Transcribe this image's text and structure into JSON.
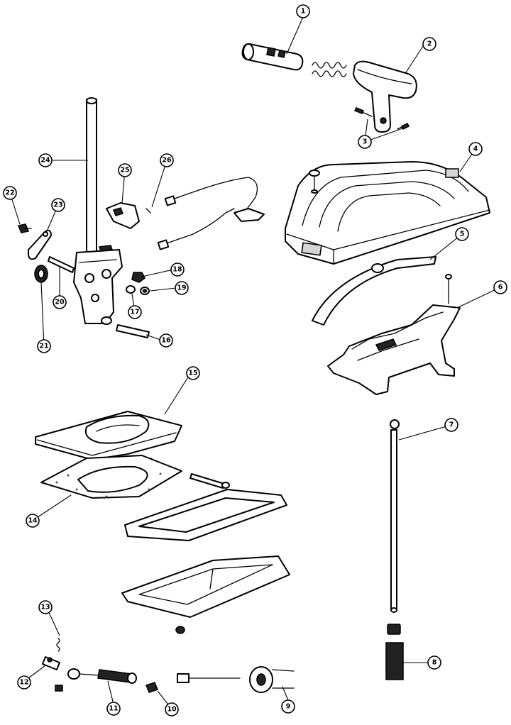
{
  "diagram": {
    "callouts": [
      {
        "id": "callout-1",
        "label": "1"
      },
      {
        "id": "callout-2",
        "label": "2"
      },
      {
        "id": "callout-3",
        "label": "3"
      },
      {
        "id": "callout-4",
        "label": "4"
      },
      {
        "id": "callout-5",
        "label": "5"
      },
      {
        "id": "callout-6",
        "label": "6"
      },
      {
        "id": "callout-7",
        "label": "7"
      },
      {
        "id": "callout-8",
        "label": "8"
      },
      {
        "id": "callout-9",
        "label": "9"
      },
      {
        "id": "callout-10",
        "label": "10"
      },
      {
        "id": "callout-11",
        "label": "11"
      },
      {
        "id": "callout-12",
        "label": "12"
      },
      {
        "id": "callout-13",
        "label": "13"
      },
      {
        "id": "callout-14",
        "label": "14"
      },
      {
        "id": "callout-15",
        "label": "15"
      },
      {
        "id": "callout-16",
        "label": "16"
      },
      {
        "id": "callout-17",
        "label": "17"
      },
      {
        "id": "callout-18",
        "label": "18"
      },
      {
        "id": "callout-19",
        "label": "19"
      },
      {
        "id": "callout-20",
        "label": "20"
      },
      {
        "id": "callout-21",
        "label": "21"
      },
      {
        "id": "callout-22",
        "label": "22"
      },
      {
        "id": "callout-23",
        "label": "23"
      },
      {
        "id": "callout-24",
        "label": "24"
      },
      {
        "id": "callout-25",
        "label": "25"
      },
      {
        "id": "callout-26",
        "label": "26"
      }
    ]
  }
}
